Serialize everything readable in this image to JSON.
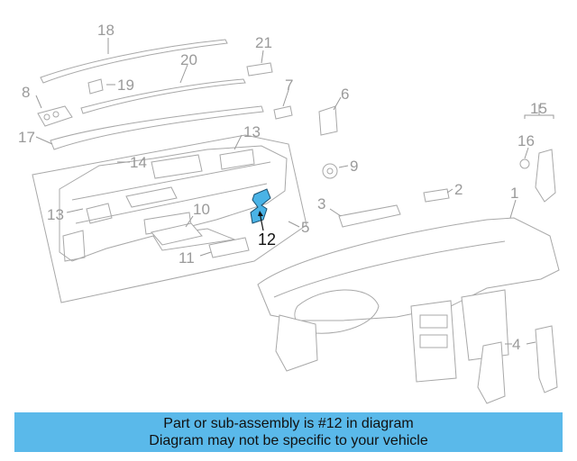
{
  "callouts": {
    "c1": "1",
    "c2": "2",
    "c3": "3",
    "c4": "4",
    "c5": "5",
    "c6": "6",
    "c7": "7",
    "c8": "8",
    "c9": "9",
    "c10": "10",
    "c11": "11",
    "c12": "12",
    "c13a": "13",
    "c13b": "13",
    "c14": "14",
    "c15": "15",
    "c16": "16",
    "c17": "17",
    "c18": "18",
    "c19": "19",
    "c20": "20",
    "c21": "21"
  },
  "colors": {
    "highlight_part": "#4ab3e6",
    "banner_bg": "#5ab9ea"
  },
  "banner": {
    "line1": "Part or sub-assembly is #12 in diagram",
    "line2": "Diagram may not be specific to your vehicle"
  }
}
